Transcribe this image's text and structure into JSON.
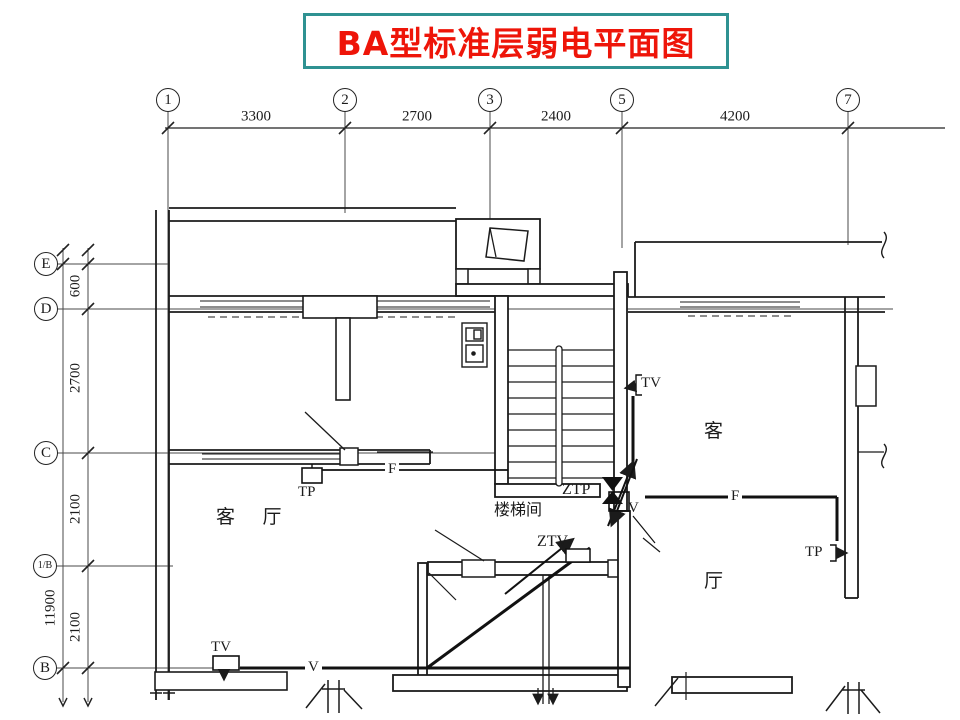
{
  "title": {
    "text": "BA型标准层弱电平面图"
  },
  "colors": {
    "title_text": "#ee1509",
    "title_border": "#2f9292",
    "ink": "#1b1b1b"
  },
  "grid": {
    "top_axes": [
      {
        "label": "1"
      },
      {
        "label": "2"
      },
      {
        "label": "3"
      },
      {
        "label": "5"
      },
      {
        "label": "7"
      }
    ],
    "top_dims": [
      {
        "value": "3300"
      },
      {
        "value": "2700"
      },
      {
        "value": "2400"
      },
      {
        "value": "4200"
      }
    ],
    "left_axes": [
      {
        "label": "E"
      },
      {
        "label": "D"
      },
      {
        "label": "C"
      },
      {
        "label": "1/B"
      },
      {
        "label": "B"
      }
    ],
    "left_dims": [
      {
        "value": "600"
      },
      {
        "value": "2700"
      },
      {
        "value": "2100"
      },
      {
        "value": "2100"
      }
    ],
    "overall_dim": {
      "value": "11900"
    }
  },
  "rooms": {
    "living_room": "客  厅",
    "stairwell": "楼梯间",
    "guest_upper": "客",
    "hall_lower": "厅"
  },
  "labels": {
    "tp_left": "TP",
    "f_left": "F",
    "tv_stair": "TV",
    "ztp": "ZTP",
    "v_junction": "V",
    "ztv": "ZTV",
    "f_right": "F",
    "tp_right": "TP",
    "tv_bottom": "TV",
    "v_bottom": "V"
  }
}
